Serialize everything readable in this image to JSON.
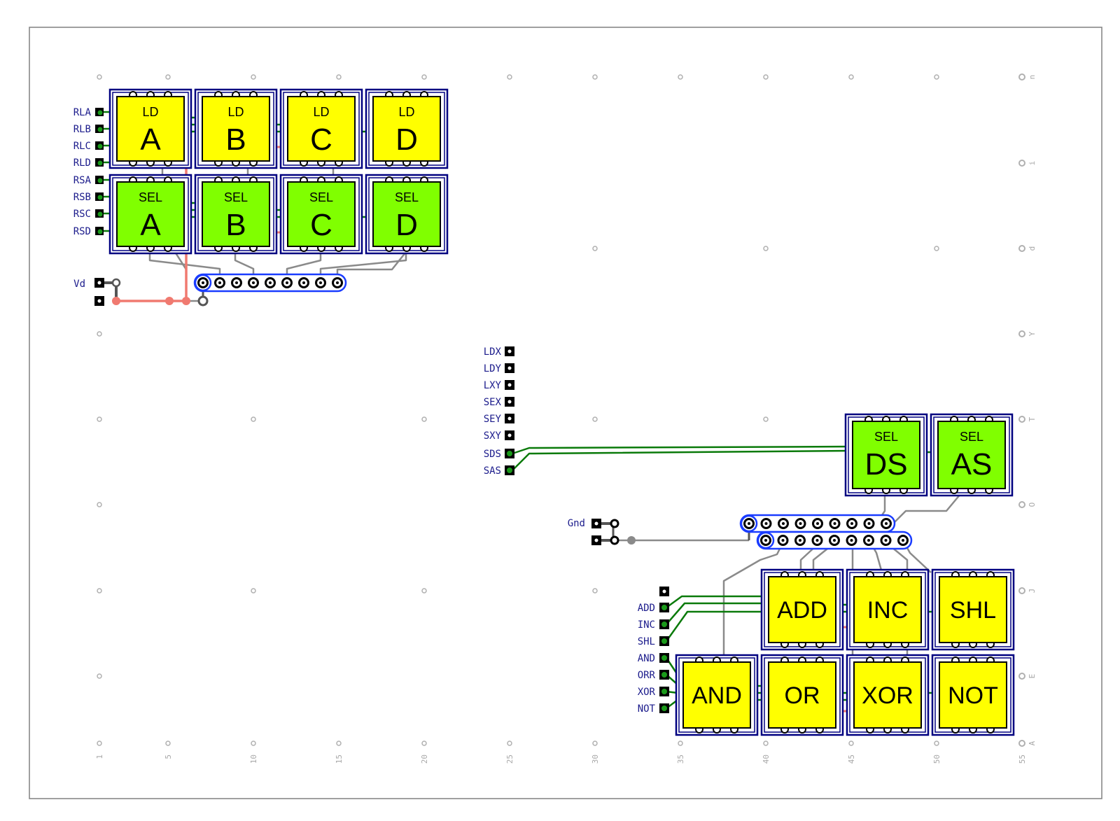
{
  "board": {
    "colors": {
      "background": "#ffffff",
      "frame": "#808080",
      "module_border": "#000080",
      "bus_outline": "#1a3cff",
      "wire_green": "#0a7a0a",
      "wire_gray": "#8a8a8a",
      "wire_red": "#f07a70",
      "pad_black": "#000000",
      "pad_green": "#1a9a1a",
      "yellow": "#ffff00",
      "lime": "#80ff00",
      "label_blue": "#1c1c8c",
      "grid_gray": "#b0b0b0"
    }
  },
  "axis": {
    "columns": [
      "1",
      "5",
      "10",
      "15",
      "20",
      "25",
      "30",
      "35",
      "40",
      "45",
      "50",
      "55"
    ],
    "rows": [
      "n",
      "i",
      "d",
      "Y",
      "T",
      "O",
      "J",
      "E",
      "A"
    ]
  },
  "register_block": {
    "input_labels": [
      "RLA",
      "RLB",
      "RLC",
      "RLD",
      "RSA",
      "RSB",
      "RSC",
      "RSD"
    ],
    "load_modules": [
      {
        "top": "LD",
        "name": "A"
      },
      {
        "top": "LD",
        "name": "B"
      },
      {
        "top": "LD",
        "name": "C"
      },
      {
        "top": "LD",
        "name": "D"
      }
    ],
    "select_modules": [
      {
        "top": "SEL",
        "name": "A"
      },
      {
        "top": "SEL",
        "name": "B"
      },
      {
        "top": "SEL",
        "name": "C"
      },
      {
        "top": "SEL",
        "name": "D"
      }
    ],
    "power_label": "Vd"
  },
  "control_labels": [
    "LDX",
    "LDY",
    "LXY",
    "SEX",
    "SEY",
    "SXY",
    "SDS",
    "SAS"
  ],
  "select_pair": [
    {
      "top": "SEL",
      "name": "DS"
    },
    {
      "top": "SEL",
      "name": "AS"
    }
  ],
  "ground_label": "Gnd",
  "alu": {
    "input_labels": [
      "ADD",
      "INC",
      "SHL",
      "AND",
      "ORR",
      "XOR",
      "NOT"
    ],
    "top_row": [
      "ADD",
      "INC",
      "SHL"
    ],
    "bottom_row": [
      "AND",
      "OR",
      "XOR",
      "NOT"
    ]
  }
}
